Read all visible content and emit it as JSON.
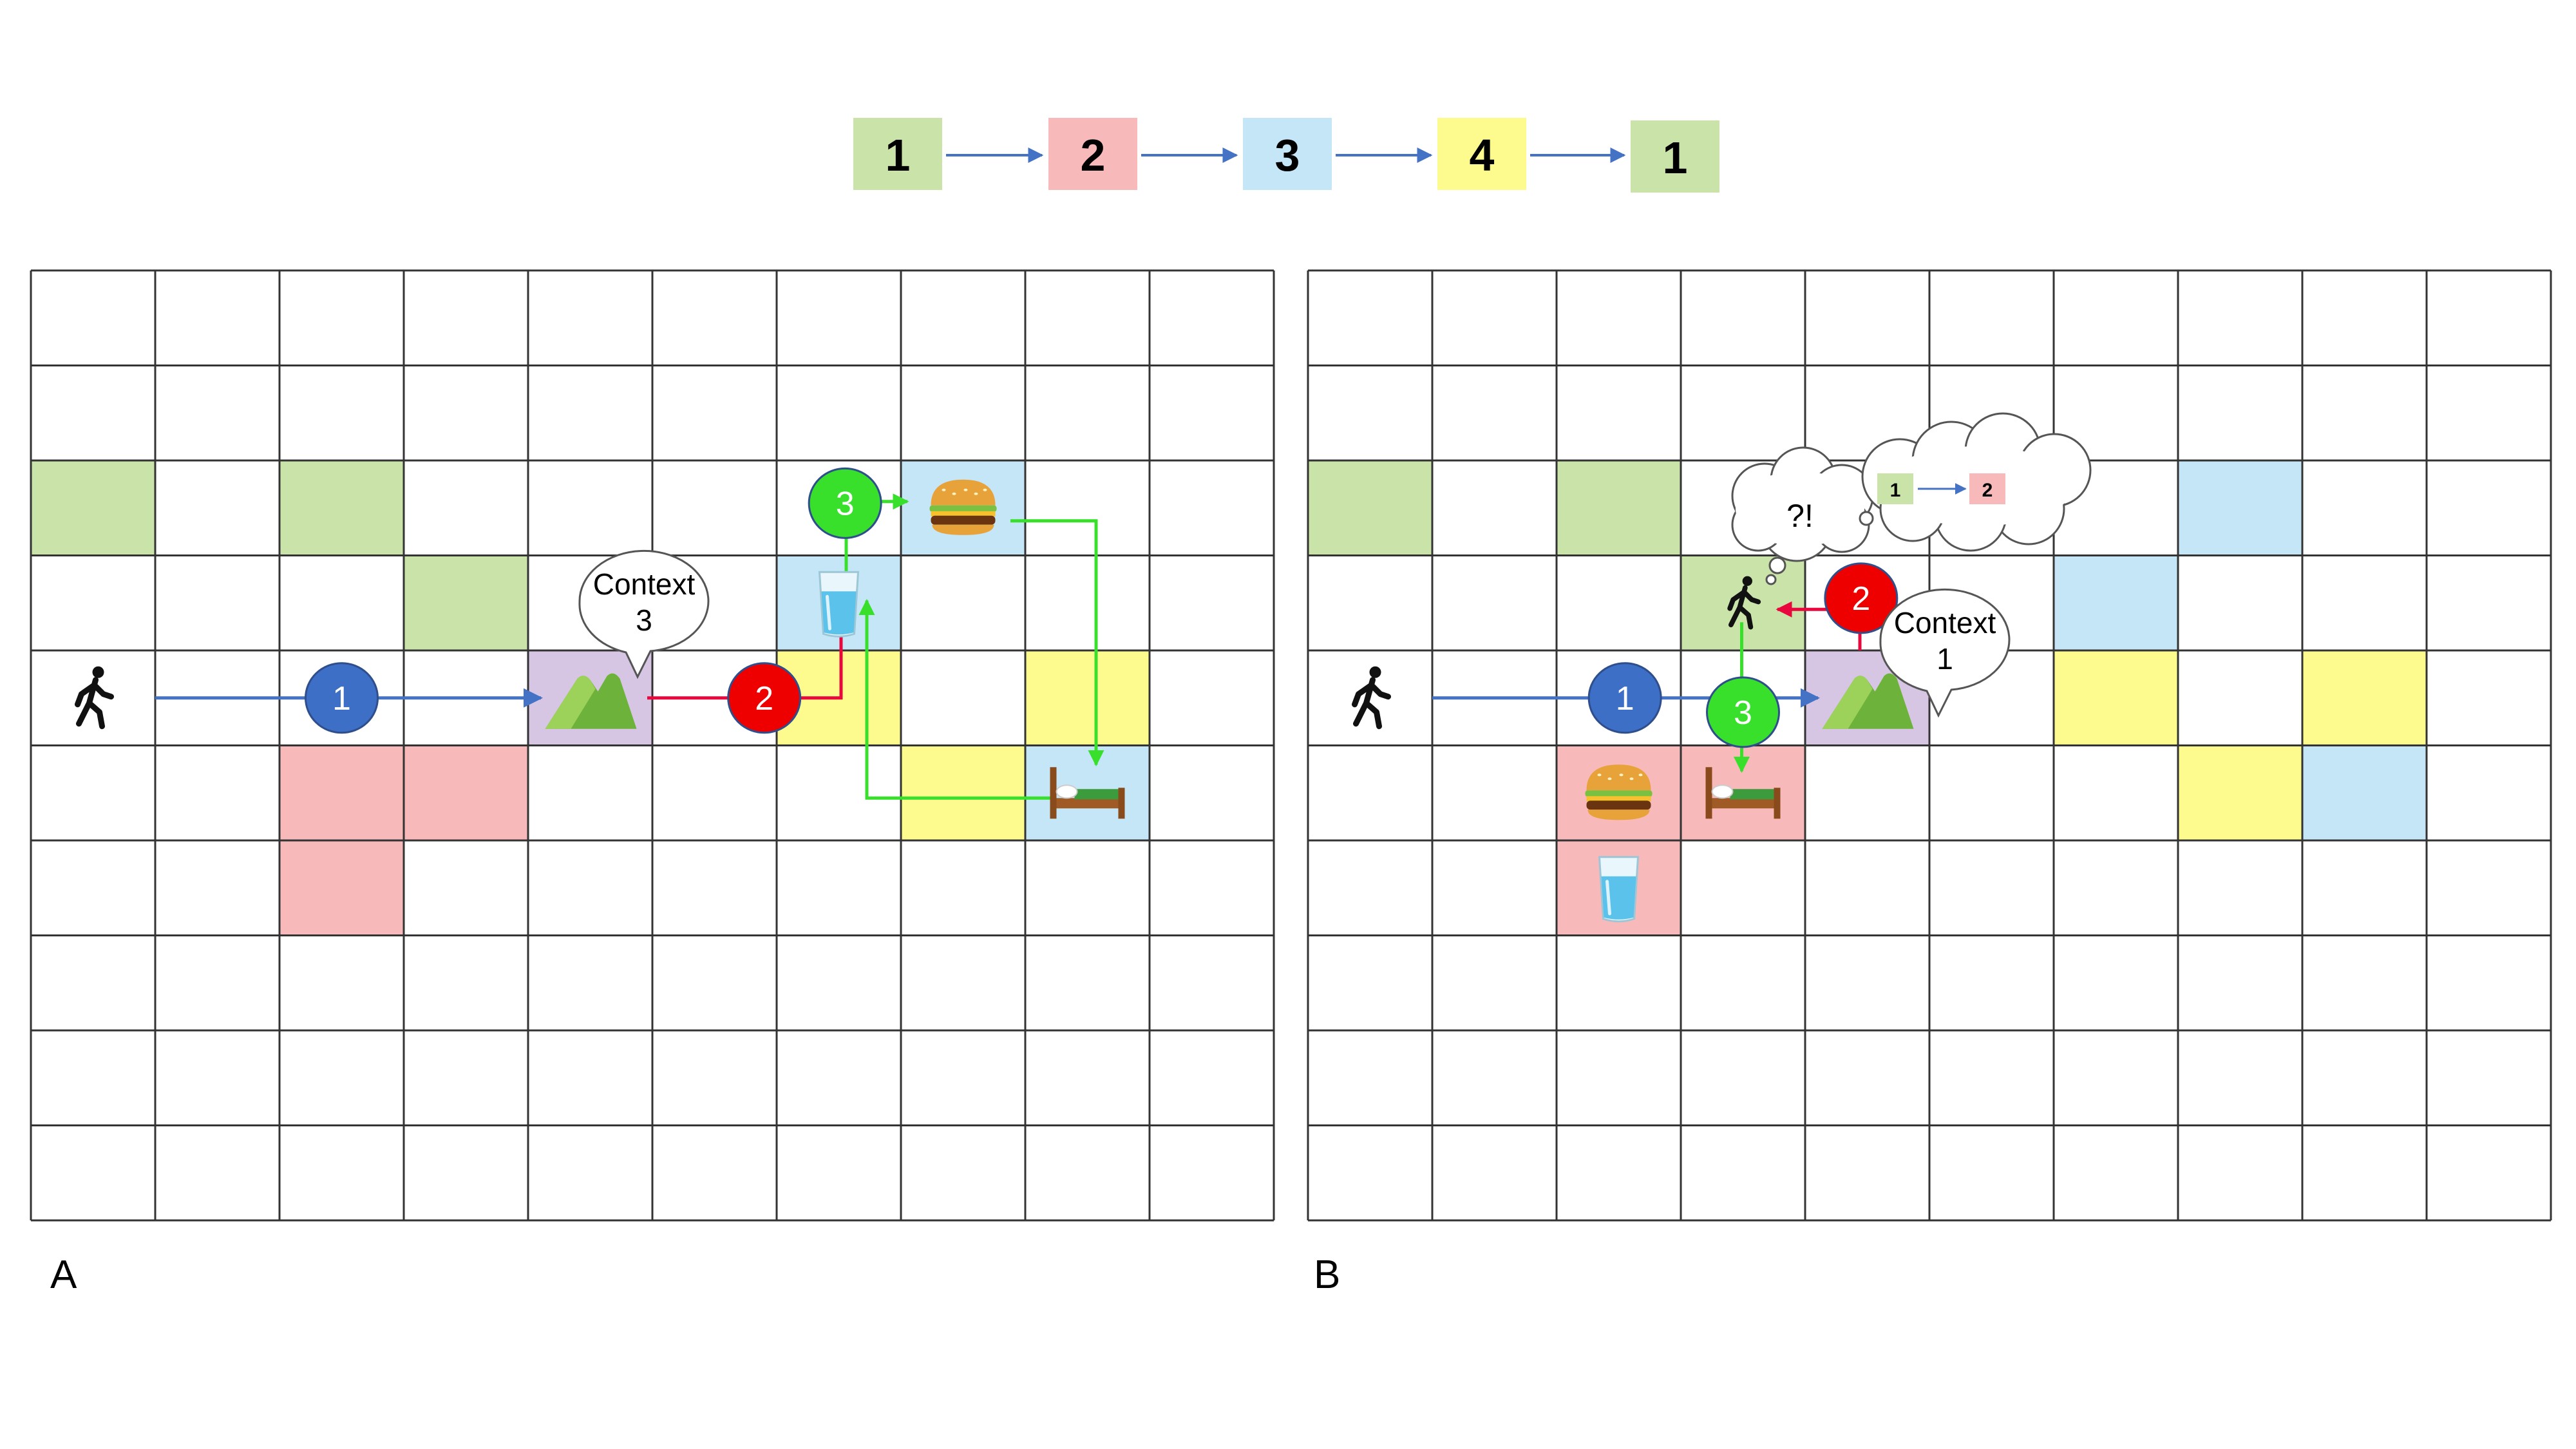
{
  "colors": {
    "green": "#c9e3a9",
    "pink": "#f7b9b9",
    "blue": "#c4e6f6",
    "yellow": "#fdfb8e",
    "purple": "#d7c6e3",
    "grid_line": "#333333",
    "arrow_blue": "#4472c4",
    "arrow_red": "#e8083e",
    "arrow_green": "#38e02c",
    "badge_blue": "#3e6fc6",
    "badge_red": "#ee0000",
    "badge_green": "#38e02c"
  },
  "sequence": {
    "items": [
      {
        "label": "1",
        "color": "green"
      },
      {
        "label": "2",
        "color": "pink"
      },
      {
        "label": "3",
        "color": "blue"
      },
      {
        "label": "4",
        "color": "yellow"
      },
      {
        "label": "1",
        "color": "green"
      }
    ]
  },
  "panels": [
    {
      "id": "A",
      "caption": "A",
      "grid": {
        "cols": 10,
        "rows": 10
      },
      "cells": [
        {
          "col": 0,
          "row": 2,
          "color": "green"
        },
        {
          "col": 2,
          "row": 2,
          "color": "green"
        },
        {
          "col": 3,
          "row": 3,
          "color": "green"
        },
        {
          "col": 7,
          "row": 2,
          "color": "blue"
        },
        {
          "col": 6,
          "row": 3,
          "color": "blue"
        },
        {
          "col": 8,
          "row": 5,
          "color": "blue"
        },
        {
          "col": 6,
          "row": 4,
          "color": "yellow"
        },
        {
          "col": 8,
          "row": 4,
          "color": "yellow"
        },
        {
          "col": 7,
          "row": 5,
          "color": "yellow"
        },
        {
          "col": 2,
          "row": 5,
          "color": "pink"
        },
        {
          "col": 3,
          "row": 5,
          "color": "pink"
        },
        {
          "col": 2,
          "row": 6,
          "color": "pink"
        },
        {
          "col": 4,
          "row": 4,
          "color": "purple"
        }
      ],
      "icons": [
        {
          "type": "walker",
          "col": 0,
          "row": 4,
          "name": "walker-icon"
        },
        {
          "type": "mountain",
          "col": 4,
          "row": 4,
          "name": "mountain-icon"
        },
        {
          "type": "water",
          "col": 6,
          "row": 3,
          "name": "water-glass-icon"
        },
        {
          "type": "burger",
          "col": 7,
          "row": 2,
          "name": "burger-icon"
        },
        {
          "type": "bed",
          "col": 8,
          "row": 5,
          "name": "bed-icon"
        }
      ],
      "badges": [
        {
          "label": "1",
          "color": "badge_blue",
          "col": 2.5,
          "row": 4.5
        },
        {
          "label": "2",
          "color": "badge_red",
          "col": 5.9,
          "row": 4.5
        },
        {
          "label": "3",
          "color": "badge_green",
          "col": 6.55,
          "row": 2.45
        }
      ],
      "speech": {
        "line1": "Context",
        "line2": "3"
      }
    },
    {
      "id": "B",
      "caption": "B",
      "grid": {
        "cols": 10,
        "rows": 10
      },
      "cells": [
        {
          "col": 0,
          "row": 2,
          "color": "green"
        },
        {
          "col": 2,
          "row": 2,
          "color": "green"
        },
        {
          "col": 3,
          "row": 3,
          "color": "green"
        },
        {
          "col": 7,
          "row": 2,
          "color": "blue"
        },
        {
          "col": 6,
          "row": 3,
          "color": "blue"
        },
        {
          "col": 8,
          "row": 5,
          "color": "blue"
        },
        {
          "col": 6,
          "row": 4,
          "color": "yellow"
        },
        {
          "col": 8,
          "row": 4,
          "color": "yellow"
        },
        {
          "col": 7,
          "row": 5,
          "color": "yellow"
        },
        {
          "col": 2,
          "row": 5,
          "color": "pink"
        },
        {
          "col": 3,
          "row": 5,
          "color": "pink"
        },
        {
          "col": 2,
          "row": 6,
          "color": "pink"
        },
        {
          "col": 4,
          "row": 4,
          "color": "purple"
        }
      ],
      "icons": [
        {
          "type": "walker",
          "col": 0,
          "row": 4,
          "name": "walker-icon"
        },
        {
          "type": "walker",
          "col": 3,
          "row": 3,
          "name": "walker-icon",
          "small": true
        },
        {
          "type": "mountain",
          "col": 4,
          "row": 4,
          "name": "mountain-icon"
        },
        {
          "type": "burger",
          "col": 2,
          "row": 5,
          "name": "burger-icon"
        },
        {
          "type": "water",
          "col": 2,
          "row": 6,
          "name": "water-glass-icon"
        },
        {
          "type": "bed",
          "col": 3,
          "row": 5,
          "name": "bed-icon"
        }
      ],
      "badges": [
        {
          "label": "1",
          "color": "badge_blue",
          "col": 2.55,
          "row": 4.5
        },
        {
          "label": "2",
          "color": "badge_red",
          "col": 4.45,
          "row": 3.45
        },
        {
          "label": "3",
          "color": "badge_green",
          "col": 3.5,
          "row": 4.65
        }
      ],
      "speech": {
        "line1": "Context",
        "line2": "1"
      },
      "thought": {
        "text": "?!",
        "mini_from": "1",
        "mini_to": "2"
      }
    }
  ]
}
